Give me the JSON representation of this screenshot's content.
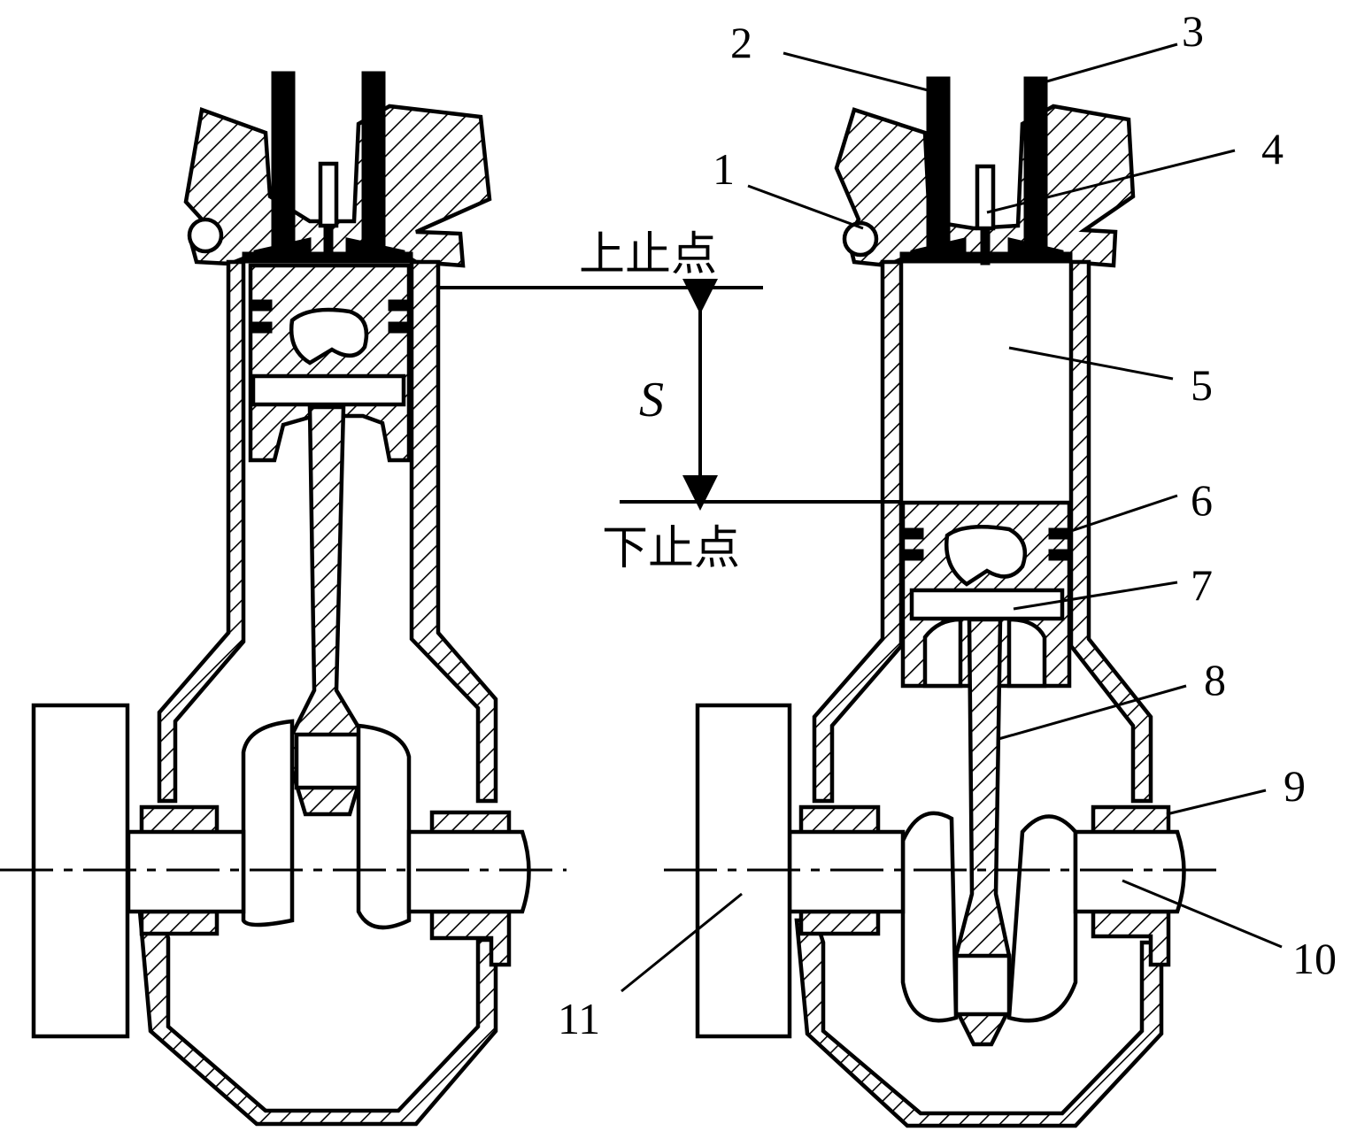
{
  "labels": {
    "tdc": "上止点",
    "bdc": "下止点",
    "stroke": "S",
    "n1": "1",
    "n2": "2",
    "n3": "3",
    "n4": "4",
    "n5": "5",
    "n6": "6",
    "n7": "7",
    "n8": "8",
    "n9": "9",
    "n10": "10",
    "n11": "11"
  },
  "colors": {
    "ink": "#000000",
    "paper": "#ffffff"
  }
}
